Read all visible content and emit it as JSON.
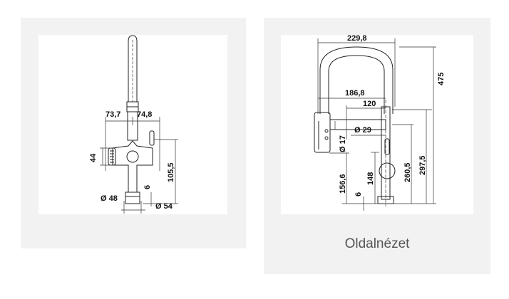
{
  "caption": "Oldalnézet",
  "front_view": {
    "dims": {
      "d73_7": "73,7",
      "d74_8": "74,8",
      "d44": "44",
      "d105_5": "105,5",
      "d6": "6",
      "d48": "Ø 48",
      "d54": "Ø 54"
    }
  },
  "side_view": {
    "dims": {
      "d229_8": "229,8",
      "d475": "475",
      "d186_8": "186,8",
      "d120": "120",
      "d17": "Ø 17",
      "d29": "Ø 29",
      "d297_5": "297,5",
      "d260_5": "260,5",
      "d156_6": "156,6",
      "d148": "148",
      "d6": "6"
    }
  },
  "colors": {
    "card": "#f2f2f2",
    "line": "#222222",
    "dimline": "#333333"
  }
}
